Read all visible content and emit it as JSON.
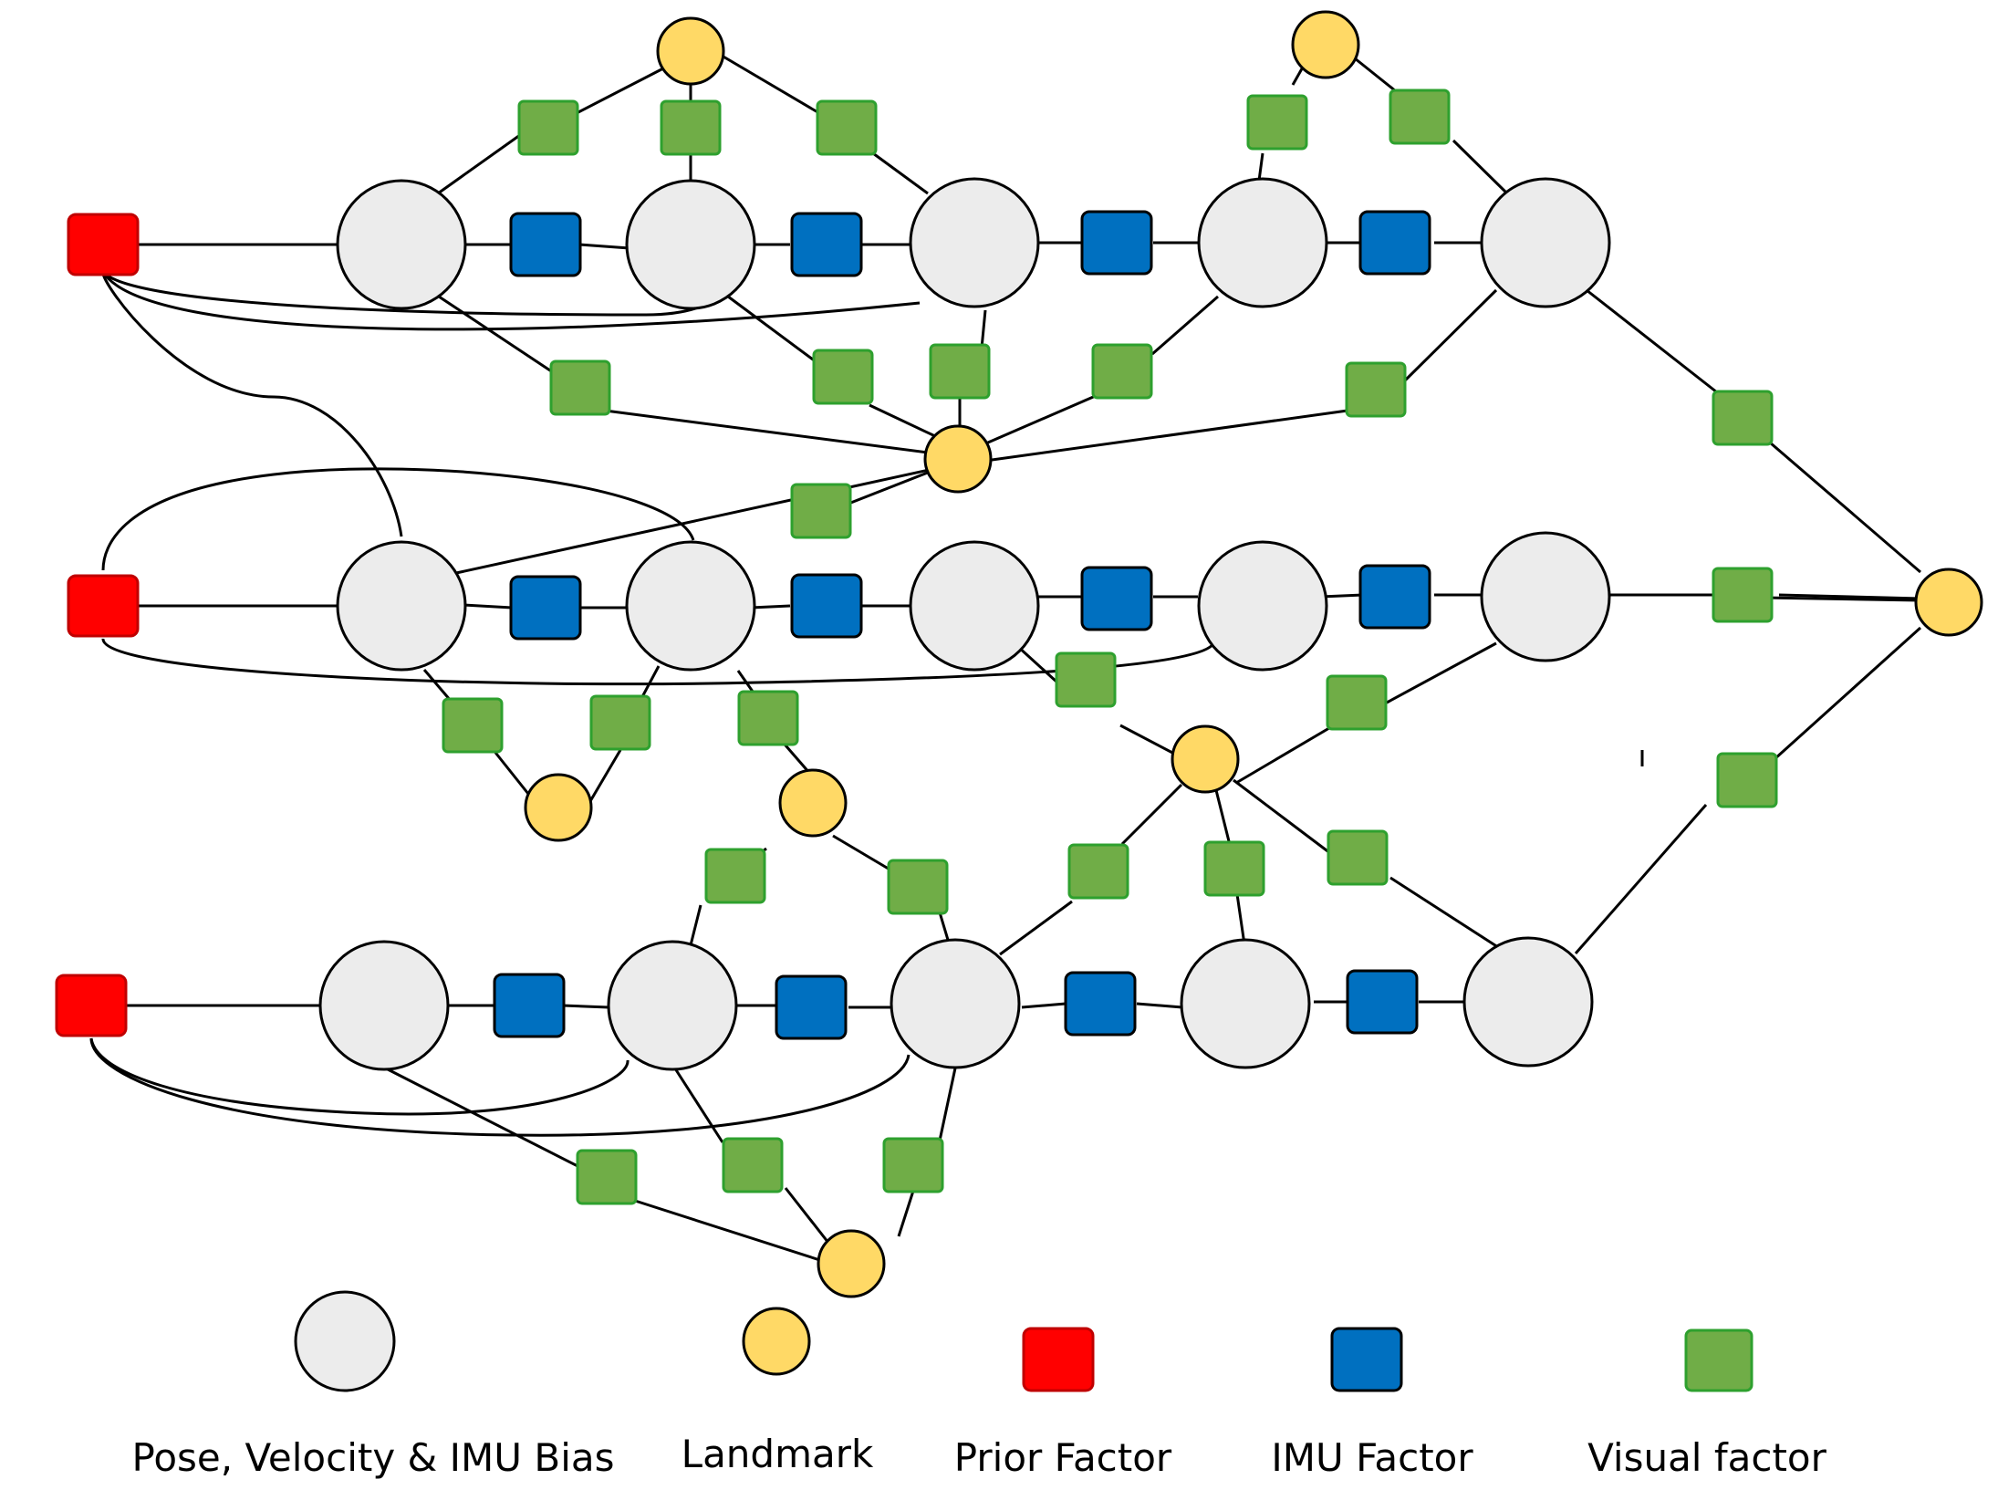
{
  "colors": {
    "pose_fill": "#ececec",
    "landmark_fill": "#ffd966",
    "prior_fill": "#ff0000",
    "imu_fill": "#0070c0",
    "visual_fill": "#70ad47"
  },
  "legend": {
    "pose_label": "Pose, Velocity & IMU Bias",
    "landmark_label": "Landmark",
    "prior_label": "Prior Factor",
    "imu_label": "IMU Factor",
    "visual_label": "Visual factor"
  }
}
